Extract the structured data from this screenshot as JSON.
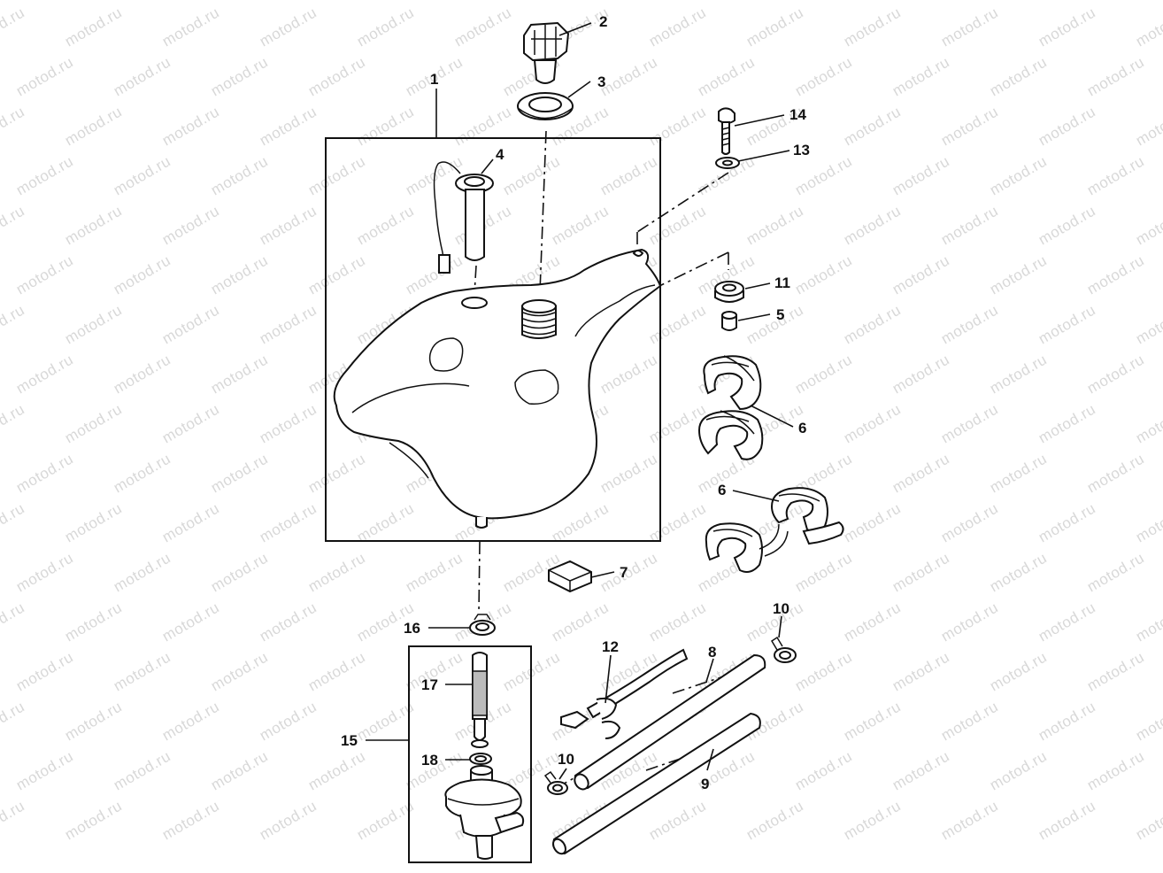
{
  "watermark": {
    "text": "motod.ru"
  },
  "callouts": [
    {
      "id": "c1",
      "label": "1"
    },
    {
      "id": "c2",
      "label": "2"
    },
    {
      "id": "c3",
      "label": "3"
    },
    {
      "id": "c4",
      "label": "4"
    },
    {
      "id": "c5",
      "label": "5"
    },
    {
      "id": "c6a",
      "label": "6"
    },
    {
      "id": "c6b",
      "label": "6"
    },
    {
      "id": "c7",
      "label": "7"
    },
    {
      "id": "c8",
      "label": "8"
    },
    {
      "id": "c9",
      "label": "9"
    },
    {
      "id": "c10a",
      "label": "10"
    },
    {
      "id": "c10b",
      "label": "10"
    },
    {
      "id": "c11",
      "label": "11"
    },
    {
      "id": "c12",
      "label": "12"
    },
    {
      "id": "c13",
      "label": "13"
    },
    {
      "id": "c14",
      "label": "14"
    },
    {
      "id": "c15",
      "label": "15"
    },
    {
      "id": "c16",
      "label": "16"
    },
    {
      "id": "c17",
      "label": "17"
    },
    {
      "id": "c18",
      "label": "18"
    }
  ]
}
